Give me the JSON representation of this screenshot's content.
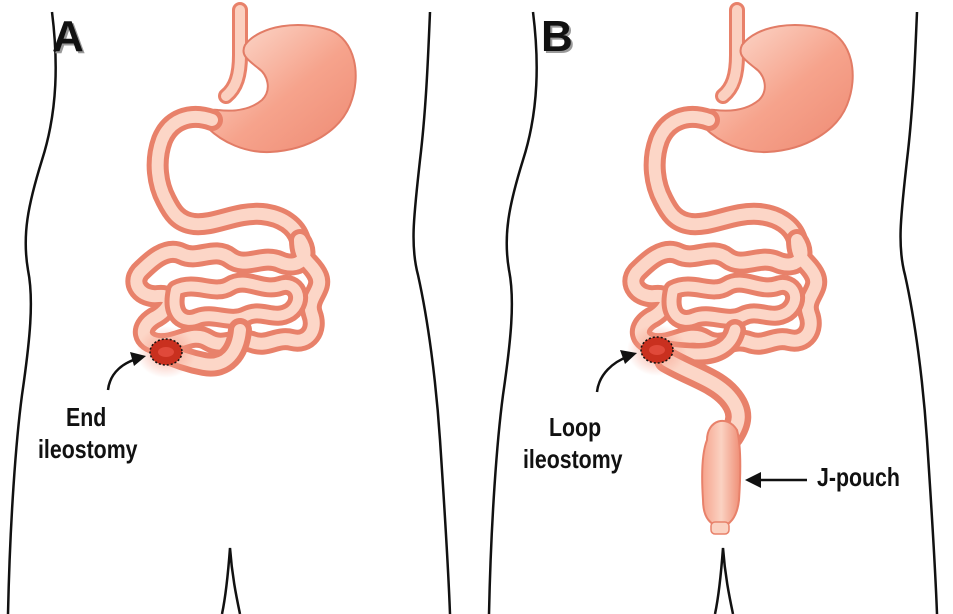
{
  "panels": [
    {
      "letter": "A",
      "stoma_label_line1": "End",
      "stoma_label_line2": "ileostomy"
    },
    {
      "letter": "B",
      "stoma_label_line1": "Loop",
      "stoma_label_line2": "ileostomy",
      "pouch_label": "J-pouch"
    }
  ],
  "colors": {
    "organ_fill": "#f6a38c",
    "organ_light": "#fde3d8",
    "organ_outline": "#e8816a",
    "stoma": "#c9301f",
    "outline": "#111111"
  }
}
